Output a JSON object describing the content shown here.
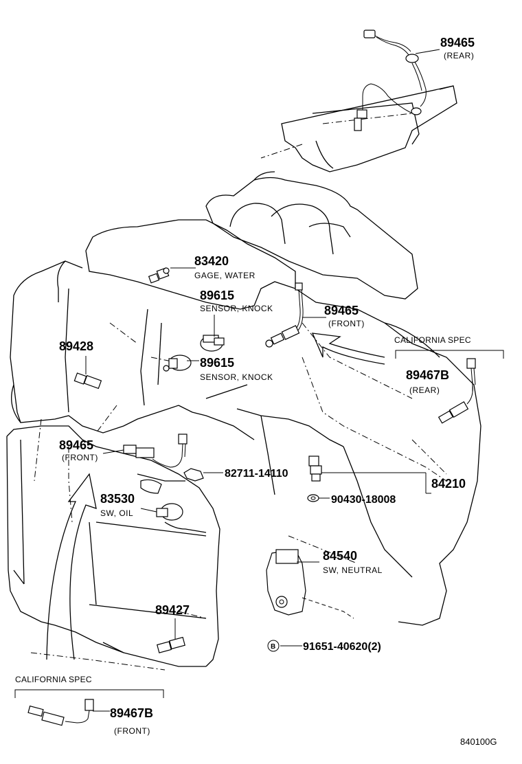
{
  "diagram": {
    "catalog_code": "840100G",
    "california_spec_label": "CALIFORNIA SPEC",
    "parts": [
      {
        "id": "o2-rear",
        "number": "89465",
        "desc": "(REAR)"
      },
      {
        "id": "water-gage",
        "number": "83420",
        "desc": "GAGE, WATER"
      },
      {
        "id": "knock-sensor-1",
        "number": "89615",
        "desc": "SENSOR, KNOCK"
      },
      {
        "id": "o2-front-upper",
        "number": "89465",
        "desc": "(FRONT)"
      },
      {
        "id": "cal-o2-rear",
        "number": "89467B",
        "desc": "(REAR)"
      },
      {
        "id": "sensor-89428",
        "number": "89428",
        "desc": ""
      },
      {
        "id": "knock-sensor-2",
        "number": "89615",
        "desc": "SENSOR, KNOCK"
      },
      {
        "id": "o2-front-lower",
        "number": "89465",
        "desc": "(FRONT)"
      },
      {
        "id": "clamp",
        "number": "82711-14110",
        "desc": ""
      },
      {
        "id": "switch-84210",
        "number": "84210",
        "desc": ""
      },
      {
        "id": "oil-switch",
        "number": "83530",
        "desc": "SW, OIL"
      },
      {
        "id": "gasket",
        "number": "90430-18008",
        "desc": ""
      },
      {
        "id": "neutral-switch",
        "number": "84540",
        "desc": "SW, NEUTRAL"
      },
      {
        "id": "sensor-89427",
        "number": "89427",
        "desc": ""
      },
      {
        "id": "bolt",
        "number": "91651-40620(2)",
        "desc": "",
        "marker": "B"
      },
      {
        "id": "cal-o2-front",
        "number": "89467B",
        "desc": "(FRONT)"
      }
    ]
  }
}
